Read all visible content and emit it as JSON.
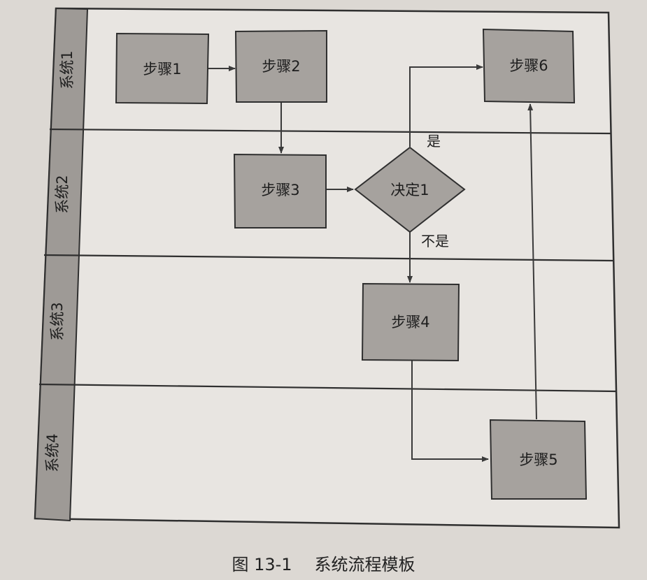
{
  "lanes": [
    "系统1",
    "系统2",
    "系统3",
    "系统4"
  ],
  "nodes": {
    "step1": "步骤1",
    "step2": "步骤2",
    "step3": "步骤3",
    "decision1": "决定1",
    "step4": "步骤4",
    "step5": "步骤5",
    "step6": "步骤6"
  },
  "edge_labels": {
    "yes": "是",
    "no": "不是"
  },
  "caption": {
    "figure": "图 13-1",
    "title": "系统流程模板"
  },
  "colors": {
    "node_fill": "#a6a29e",
    "lane_header_fill": "#9e9a96",
    "line": "#3a3a3a",
    "paper": "#e8e5e1"
  }
}
